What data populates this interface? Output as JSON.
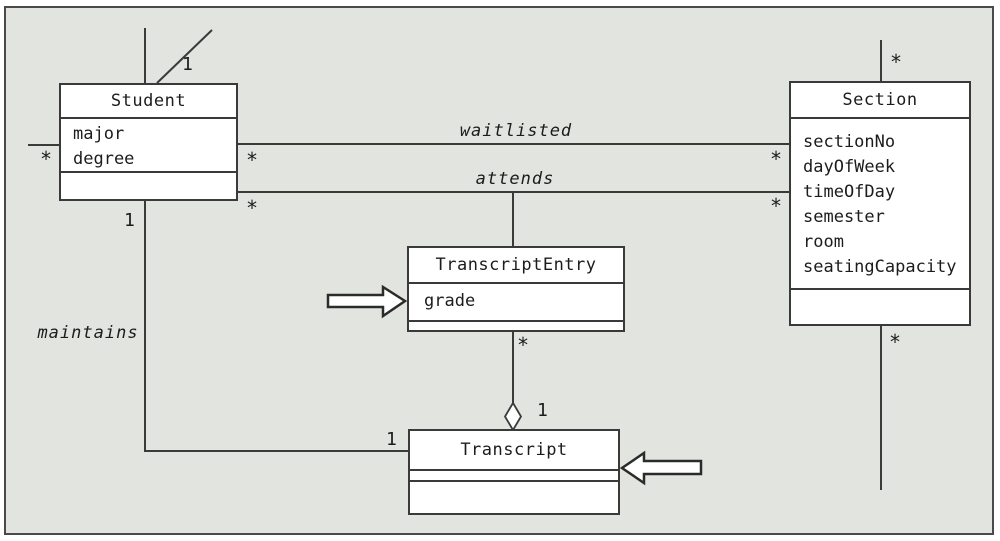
{
  "classes": {
    "student": {
      "name": "Student",
      "attributes": [
        "major",
        "degree"
      ]
    },
    "section": {
      "name": "Section",
      "attributes": [
        "sectionNo",
        "dayOfWeek",
        "timeOfDay",
        "semester",
        "room",
        "seatingCapacity"
      ]
    },
    "transcript_entry": {
      "name": "TranscriptEntry",
      "attributes": [
        "grade"
      ]
    },
    "transcript": {
      "name": "Transcript",
      "attributes": []
    }
  },
  "associations": {
    "waitlisted": {
      "name": "waitlisted",
      "student_multiplicity": "*",
      "section_multiplicity": "*"
    },
    "attends": {
      "name": "attends",
      "student_multiplicity": "*",
      "section_multiplicity": "*"
    },
    "maintains": {
      "name": "maintains",
      "student_multiplicity": "1",
      "transcript_multiplicity": "1"
    },
    "aggregation": {
      "transcript_entry_multiplicity": "*",
      "transcript_multiplicity": "1"
    },
    "dangling": {
      "top_left_multiplicity": "1",
      "left_multiplicity": "*",
      "section_top_multiplicity": "*",
      "section_bottom_multiplicity": "*"
    }
  },
  "colors": {
    "background": "#e2e4e0",
    "line": "#3a3a3a",
    "box_fill": "#ffffff",
    "text": "#1c1c1c"
  }
}
